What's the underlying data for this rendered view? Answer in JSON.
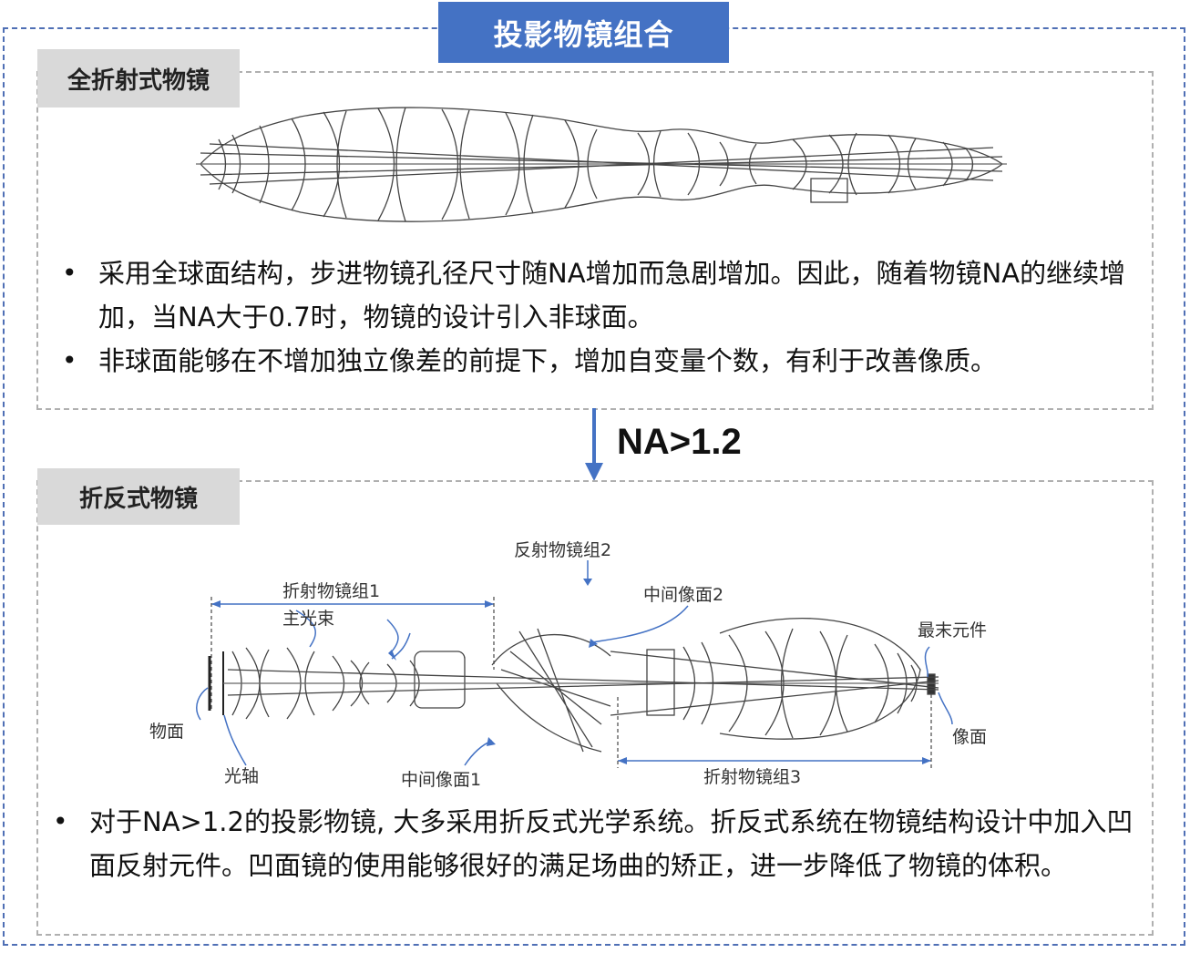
{
  "title": "投影物镜组合",
  "top_section": {
    "tag": "全折射式物镜",
    "bullets": [
      "采用全球面结构，步进物镜孔径尺寸随NA增加而急剧增加。因此，随着物镜NA的继续增加，当NA大于0.7时，物镜的设计引入非球面。",
      "非球面能够在不增加独立像差的前提下，增加自变量个数，有利于改善像质。"
    ]
  },
  "transition": {
    "label": "NA>1.2"
  },
  "bottom_section": {
    "tag": "折反式物镜",
    "diagram_labels": {
      "reflect_group2": "反射物镜组2",
      "refract_group1": "折射物镜组1",
      "chief_ray": "主光束",
      "intermediate_image2": "中间像面2",
      "last_element": "最末元件",
      "object_plane": "物面",
      "optical_axis": "光轴",
      "intermediate_image1": "中间像面1",
      "refract_group3": "折射物镜组3",
      "image_plane": "像面"
    },
    "bullets": [
      "对于NA>1.2的投影物镜, 大多采用折反式光学系统。折反式系统在物镜结构设计中加入凹面反射元件。凹面镜的使用能够很好的满足场曲的矫正，进一步降低了物镜的体积。"
    ]
  },
  "colors": {
    "accent": "#4472c4",
    "tag_bg": "#d9d9d9",
    "frame": "#4f6fb5"
  }
}
